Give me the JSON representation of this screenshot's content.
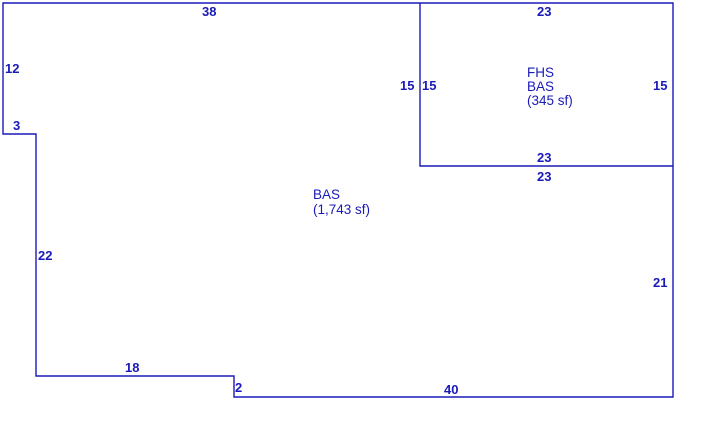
{
  "sketch": {
    "colors": {
      "line": "#1a1ab8",
      "background": "#ffffff"
    },
    "dimensions": {
      "top_left": "38",
      "left_upper": "12",
      "notch": "3",
      "left_lower": "22",
      "bottom_left": "18",
      "step": "2",
      "bottom_right": "40",
      "right_lower": "21",
      "fhs_top": "23",
      "fhs_left_outer": "15",
      "fhs_left_inner": "15",
      "fhs_right": "15",
      "fhs_bottom_inner": "23",
      "fhs_bottom_outer": "23"
    },
    "areas": {
      "bas_name": "BAS",
      "bas_area": "(1,743 sf)",
      "fhs_code": "FHS",
      "fhs_name": "BAS",
      "fhs_area": "(345 sf)"
    }
  }
}
